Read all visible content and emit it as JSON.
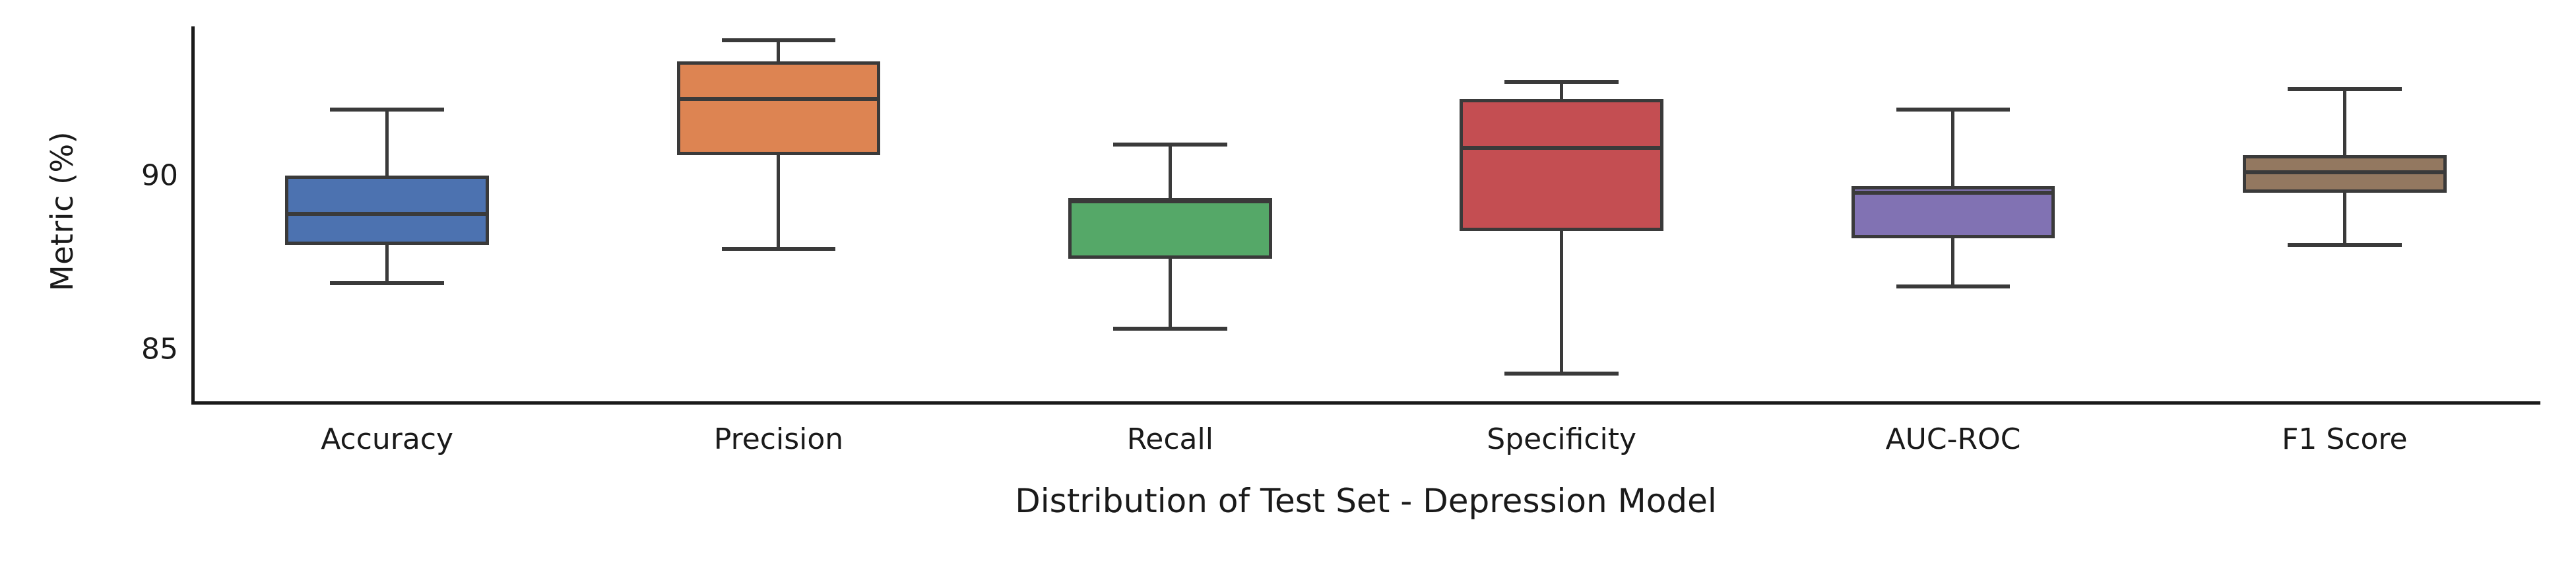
{
  "chart_data": {
    "type": "boxplot",
    "title": "",
    "xlabel": "Distribution of Test Set - Depression Model",
    "ylabel": "Metric (%)",
    "categories": [
      "Accuracy",
      "Precision",
      "Recall",
      "Specificity",
      "AUC-ROC",
      "F1 Score"
    ],
    "ytick_labels": [
      "90",
      "85"
    ],
    "ytick_values": [
      90,
      85
    ],
    "ylim": [
      83.5,
      94.3
    ],
    "grid": false,
    "legend": null,
    "box_colors": [
      "#4C72B0",
      "#DD8452",
      "#55A868",
      "#C44E52",
      "#8172B3",
      "#937860"
    ],
    "line_color": "#3A3A3A",
    "axis_color": "#1A1A1A",
    "background": "#FFFFFF",
    "boxes": [
      {
        "category": "Accuracy",
        "color": "#4C72B0",
        "whisker_low": 86.9,
        "q1": 88.0,
        "median": 88.9,
        "q3": 90.0,
        "whisker_high": 91.9
      },
      {
        "category": "Precision",
        "color": "#DD8452",
        "whisker_low": 87.9,
        "q1": 90.6,
        "median": 92.2,
        "q3": 93.3,
        "whisker_high": 93.9
      },
      {
        "category": "Recall",
        "color": "#55A868",
        "whisker_low": 85.6,
        "q1": 87.6,
        "median": 89.3,
        "q3": 89.3,
        "whisker_high": 90.9
      },
      {
        "category": "Specificity",
        "color": "#C44E52",
        "whisker_low": 84.3,
        "q1": 88.4,
        "median": 90.8,
        "q3": 92.2,
        "whisker_high": 92.7
      },
      {
        "category": "AUC-ROC",
        "color": "#8172B3",
        "whisker_low": 86.8,
        "q1": 88.2,
        "median": 89.5,
        "q3": 89.7,
        "whisker_high": 91.9
      },
      {
        "category": "F1 Score",
        "color": "#937860",
        "whisker_low": 88.0,
        "q1": 89.5,
        "median": 90.1,
        "q3": 90.6,
        "whisker_high": 92.5
      }
    ]
  }
}
